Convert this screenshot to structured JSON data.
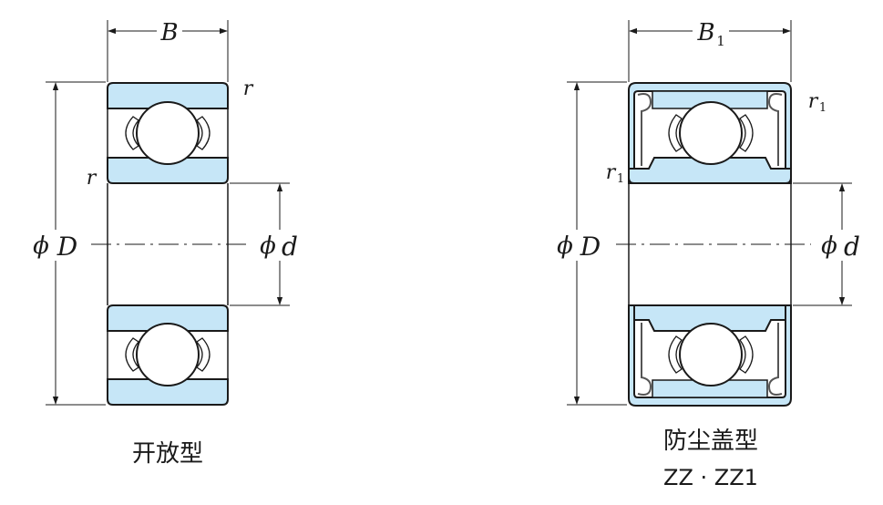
{
  "left_figure": {
    "width_label": "B",
    "chamfer_label_top": "r",
    "chamfer_label_side": "r",
    "outer_dia_phi": "ϕ",
    "outer_dia_label": "D",
    "bore_phi": "ϕ",
    "bore_label": "d",
    "caption": "开放型"
  },
  "right_figure": {
    "width_label": "B",
    "width_subscript": "1",
    "chamfer_label_top": "r",
    "chamfer_label_top_sub": "1",
    "chamfer_label_side": "r",
    "chamfer_label_side_sub": "1",
    "outer_dia_phi": "ϕ",
    "outer_dia_label": "D",
    "bore_phi": "ϕ",
    "bore_label": "d",
    "caption": "防尘盖型",
    "caption_sub": "ZZ · ZZ1"
  },
  "colors": {
    "ring_fill": "#c6e6f7",
    "outline": "#1a1a1a",
    "shield": "#555555"
  }
}
